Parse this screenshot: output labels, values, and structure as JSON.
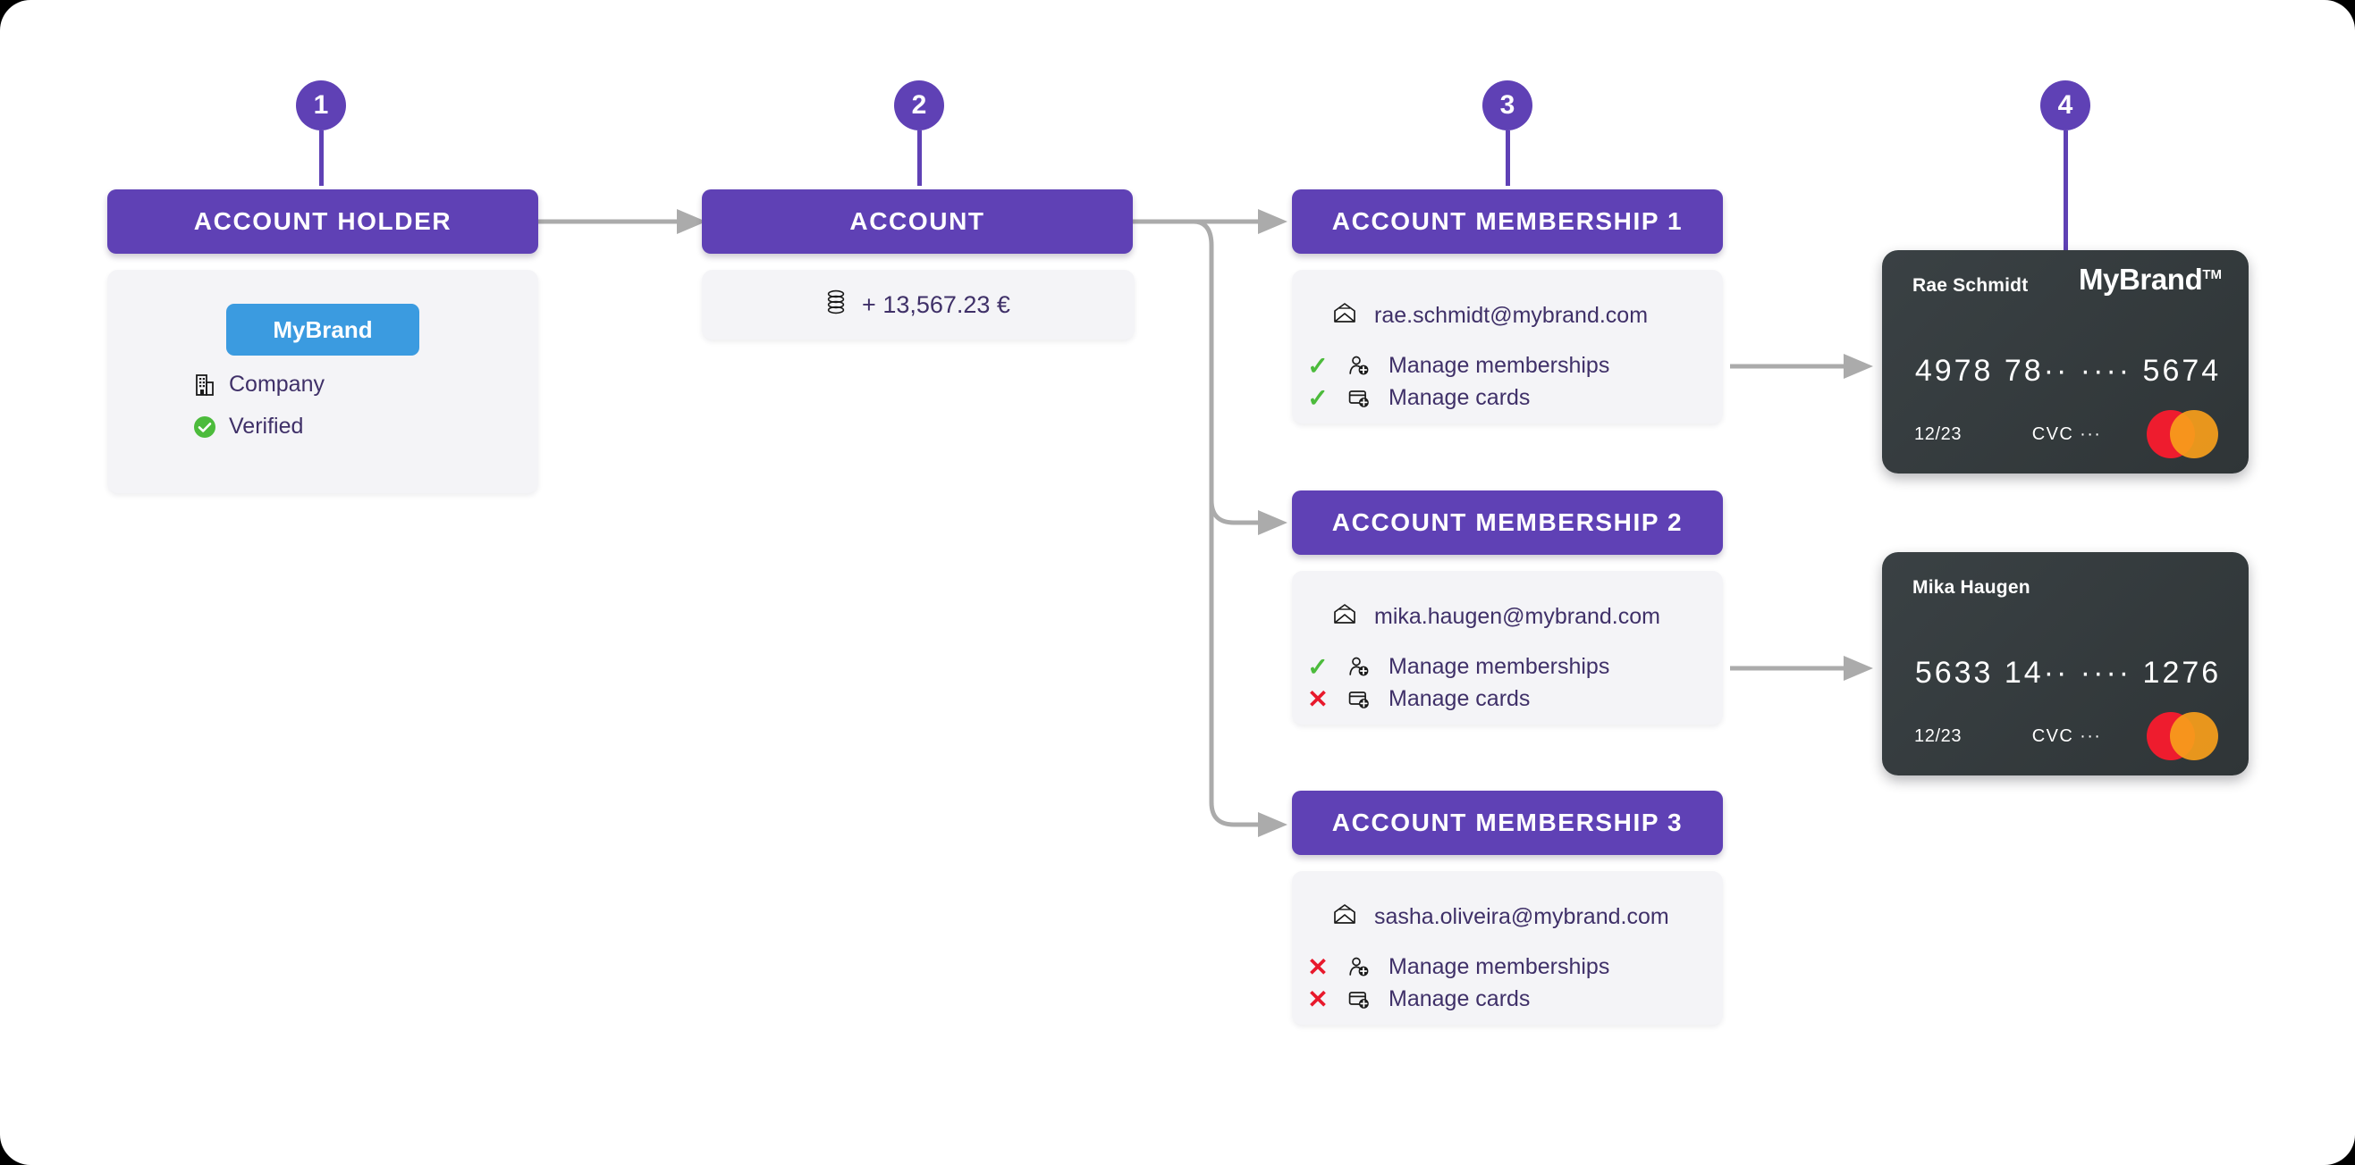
{
  "steps": [
    {
      "number": "1"
    },
    {
      "number": "2"
    },
    {
      "number": "3"
    },
    {
      "number": "4"
    }
  ],
  "account_holder": {
    "title": "ACCOUNT HOLDER",
    "brand_chip": "MyBrand",
    "meta": [
      {
        "icon": "building-icon",
        "label": "Company"
      },
      {
        "icon": "verified-check-icon",
        "label": "Verified"
      }
    ]
  },
  "account": {
    "title": "ACCOUNT",
    "balance_icon": "coins-stack-icon",
    "balance": "+ 13,567.23 €"
  },
  "memberships": [
    {
      "title": "ACCOUNT MEMBERSHIP 1",
      "email_icon": "envelope-icon",
      "email": "rae.schmidt@mybrand.com",
      "permissions": [
        {
          "mark": "✓",
          "state": "yes",
          "icon": "user-add-icon",
          "label": "Manage memberships"
        },
        {
          "mark": "✓",
          "state": "yes",
          "icon": "card-add-icon",
          "label": "Manage cards"
        }
      ]
    },
    {
      "title": "ACCOUNT MEMBERSHIP 2",
      "email_icon": "envelope-icon",
      "email": "mika.haugen@mybrand.com",
      "permissions": [
        {
          "mark": "✓",
          "state": "yes",
          "icon": "user-add-icon",
          "label": "Manage memberships"
        },
        {
          "mark": "✕",
          "state": "no",
          "icon": "card-add-icon",
          "label": "Manage cards"
        }
      ]
    },
    {
      "title": "ACCOUNT MEMBERSHIP 3",
      "email_icon": "envelope-icon",
      "email": "sasha.oliveira@mybrand.com",
      "permissions": [
        {
          "mark": "✕",
          "state": "no",
          "icon": "user-add-icon",
          "label": "Manage memberships"
        },
        {
          "mark": "✕",
          "state": "no",
          "icon": "card-add-icon",
          "label": "Manage cards"
        }
      ]
    }
  ],
  "cards": [
    {
      "holder_name": "Rae Schmidt",
      "brand": "MyBrand",
      "brand_mark": "TM",
      "number": "4978 78·· ···· 5674",
      "expiry": "12/23",
      "cvc_label": "CVC",
      "cvc_value": "···",
      "network_icon": "mastercard-logo"
    },
    {
      "holder_name": "Mika Haugen",
      "brand": "",
      "brand_mark": "",
      "number": "5633 14·· ···· 1276",
      "expiry": "12/23",
      "cvc_label": "CVC",
      "cvc_value": "···",
      "network_icon": "mastercard-logo"
    }
  ],
  "colors": {
    "purple": "#5F41B5",
    "brand_blue": "#3B9BE0",
    "text_purple": "#3F3068",
    "panel_gray": "#F4F4F7",
    "connector_gray": "#ABABAB",
    "yes_green": "#4CBB3C",
    "no_red": "#E8192C",
    "card_dark": "#343A3C",
    "mc_red": "#EE1C2E",
    "mc_orange": "#F79E1B"
  }
}
